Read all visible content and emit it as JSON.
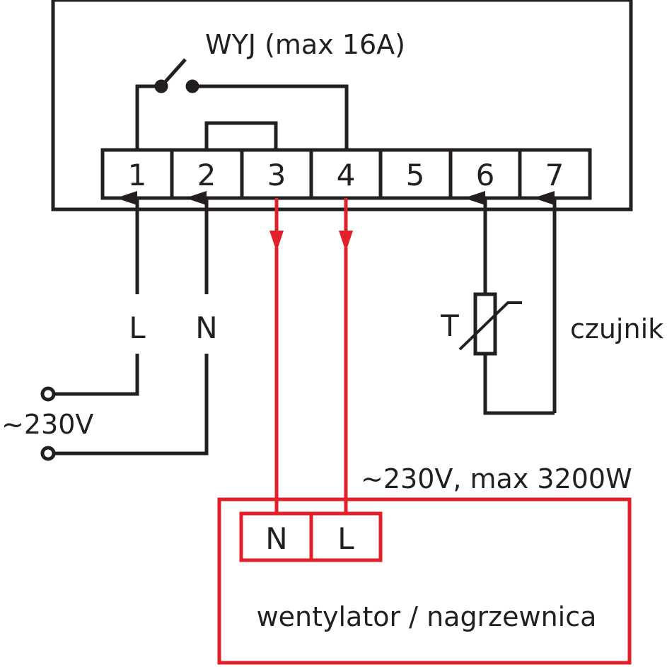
{
  "title": "WYJ (max 16A)",
  "terminals": [
    "1",
    "2",
    "3",
    "4",
    "5",
    "6",
    "7"
  ],
  "supply": {
    "phase": "L",
    "neutral": "N",
    "voltage": "~230V"
  },
  "load": {
    "rating": "~230V, max 3200W",
    "terminals": [
      "N",
      "L"
    ],
    "name": "wentylator / nagrzewnica"
  },
  "sensor": {
    "symbol": "T",
    "name": "czujnik"
  },
  "colors": {
    "line": "#231f20",
    "load": "#e3202a"
  }
}
